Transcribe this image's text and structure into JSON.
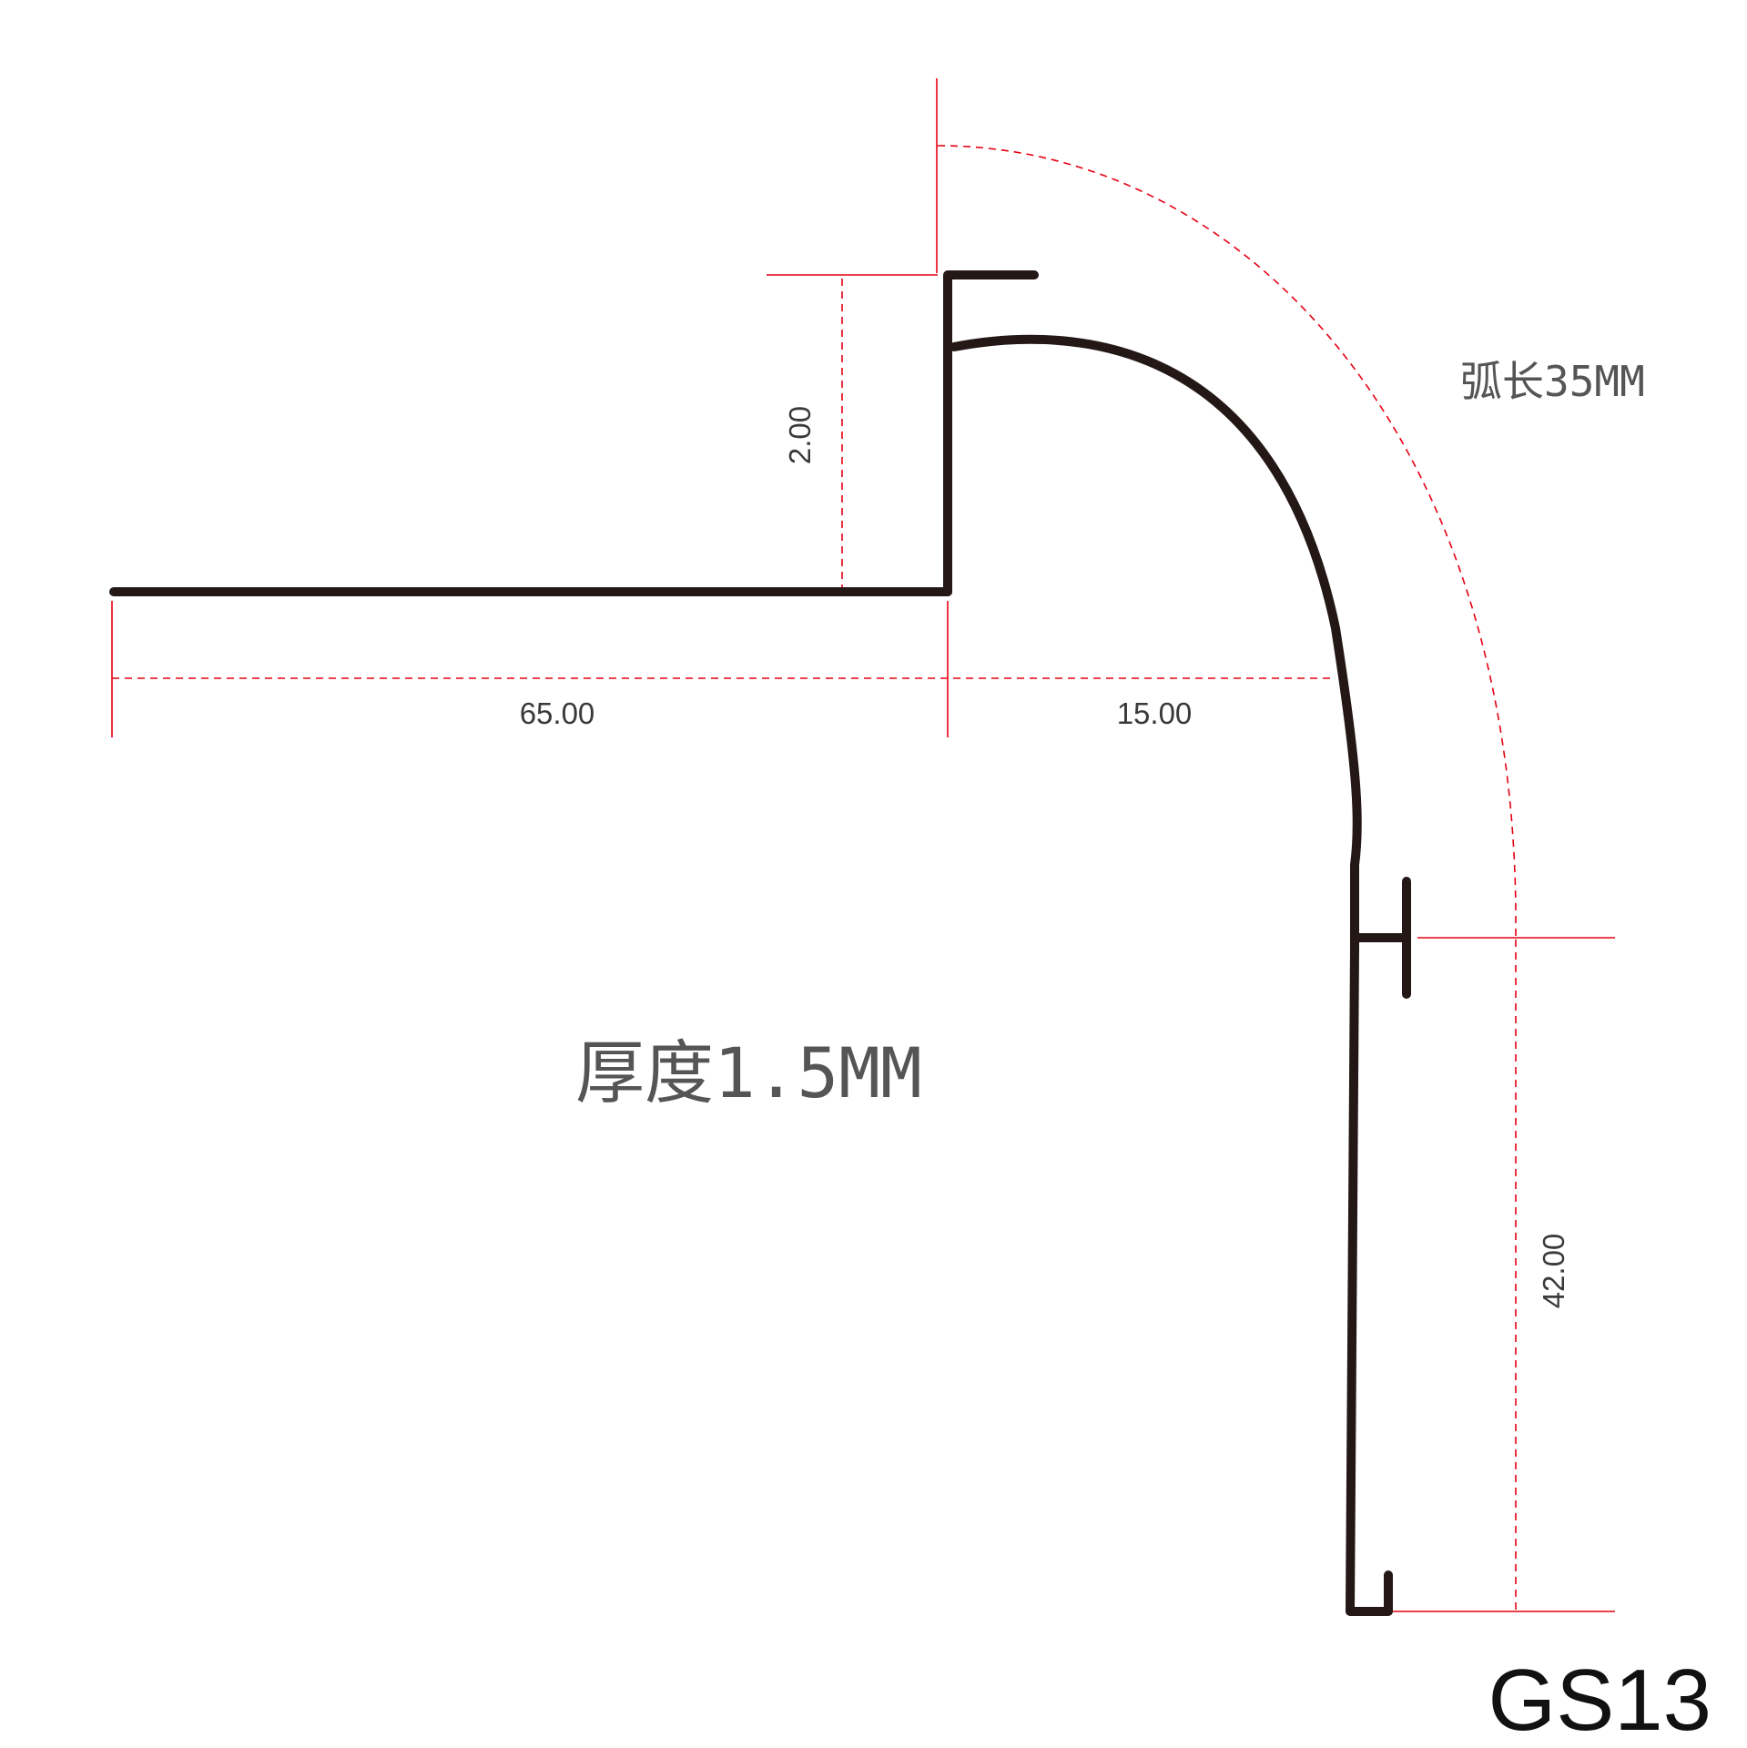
{
  "diagram": {
    "dimensions": {
      "width_left": "65.00",
      "width_right": "15.00",
      "step_height": "2.00",
      "leg_height": "42.00"
    },
    "notes": {
      "arc_length": "弧长35MM",
      "thickness": "厚度1.5MM"
    },
    "model": "GS13",
    "colors": {
      "profile": "#231815",
      "dimension_lines": "#e60012",
      "text": "#3a3a3a"
    }
  }
}
